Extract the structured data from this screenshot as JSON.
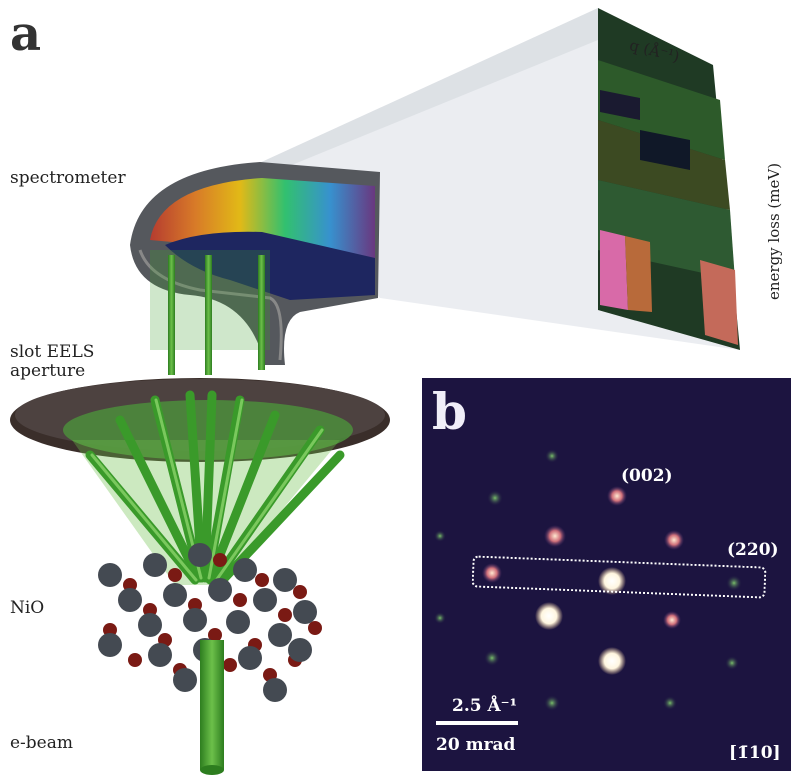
{
  "panel_a": {
    "letter": "a",
    "labels": {
      "spectrometer": "spectrometer",
      "slot_line1": "slot EELS",
      "slot_line2": "aperture",
      "nio": "NiO",
      "ebeam": "e-beam"
    },
    "spectrum_axes": {
      "q_label": "q (Å⁻¹)",
      "energy_label": "energy loss (meV)"
    }
  },
  "panel_b": {
    "letter": "b",
    "spot_002": "(002)",
    "spot_220": "(220)",
    "scale_angstrom": "2.5 Å⁻¹",
    "scale_mrad": "20 mrad",
    "zone_axis": "[1̄10]"
  },
  "colors": {
    "beam": "#3a9a2a",
    "ni_atom": "#444a52",
    "o_atom": "#7a1a14",
    "diffraction_bg": "#1c1440"
  }
}
